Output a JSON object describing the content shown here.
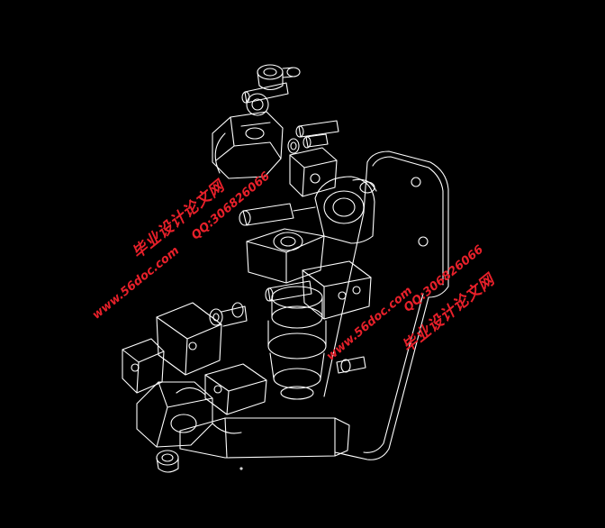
{
  "colors": {
    "background": "#000000",
    "line": "#ffffff",
    "watermark": "#e8202a"
  },
  "watermark": {
    "title": "毕业设计论文网",
    "qq": "QQ:306826066",
    "site": "www.56doc.com"
  }
}
